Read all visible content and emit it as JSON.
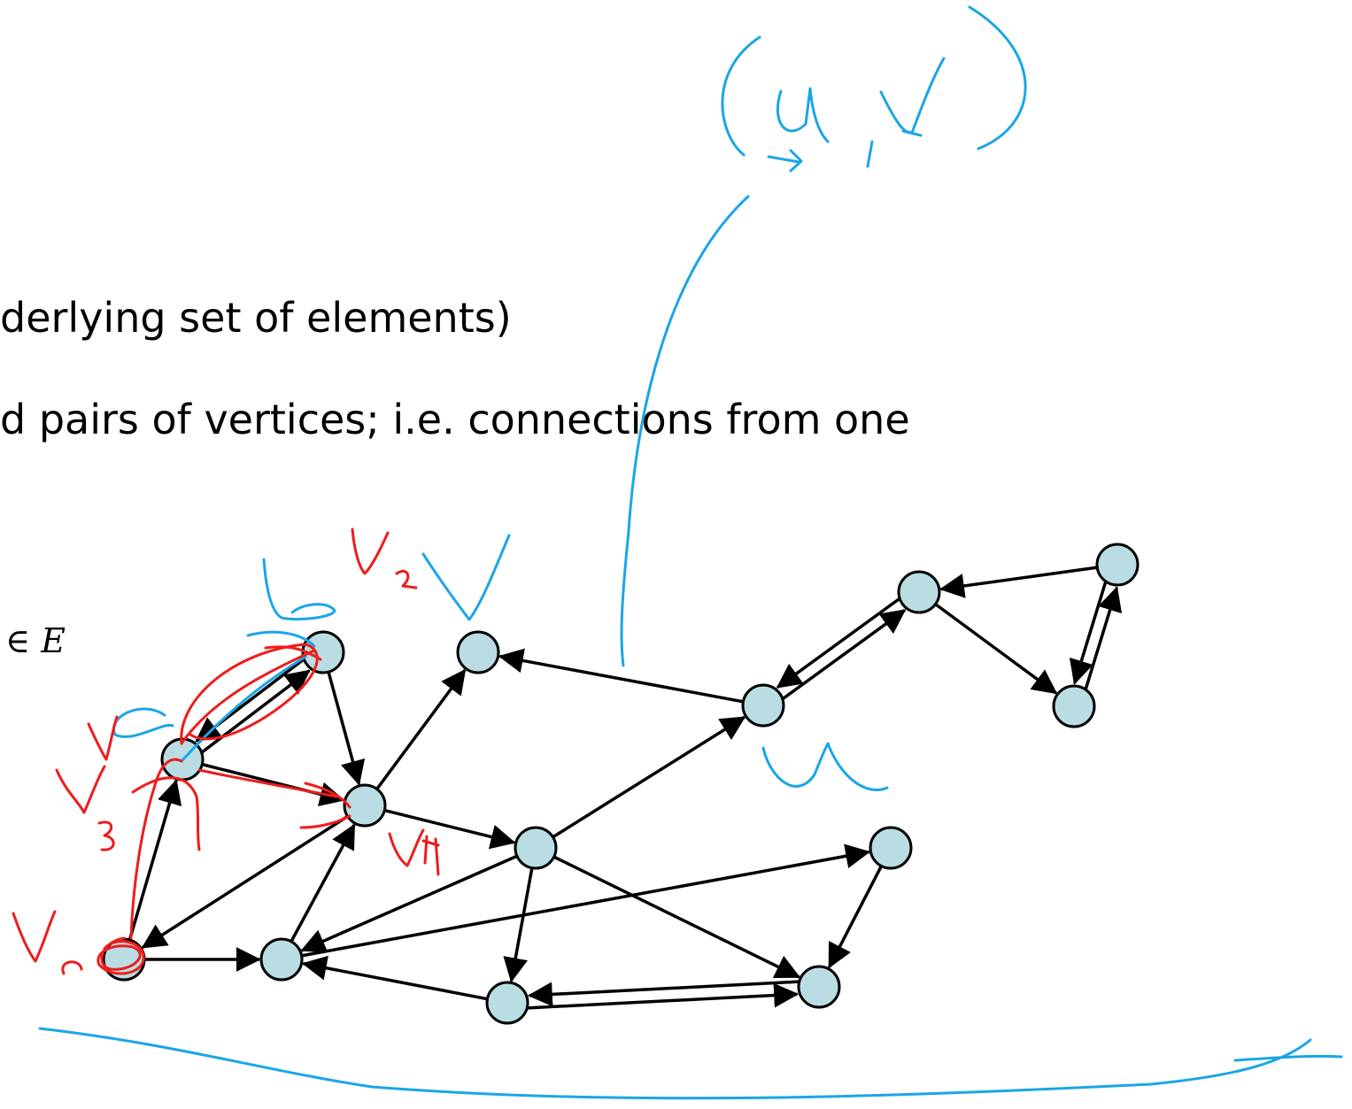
{
  "slide": {
    "line1": "derlying set of elements)",
    "line2": "d pairs of vertices; i.e. connections from one",
    "math_symbol": "∈",
    "math_var": "E"
  },
  "handwritten_annotations": [
    "(u,v)",
    "u",
    "v",
    "v₁",
    "v₂",
    "v₃",
    "v₄"
  ],
  "colors": {
    "vertex_fill": "#b9dde2",
    "edge": "#000000",
    "ink_blue": "#1aa6e6",
    "ink_red": "#ee1c1c"
  }
}
